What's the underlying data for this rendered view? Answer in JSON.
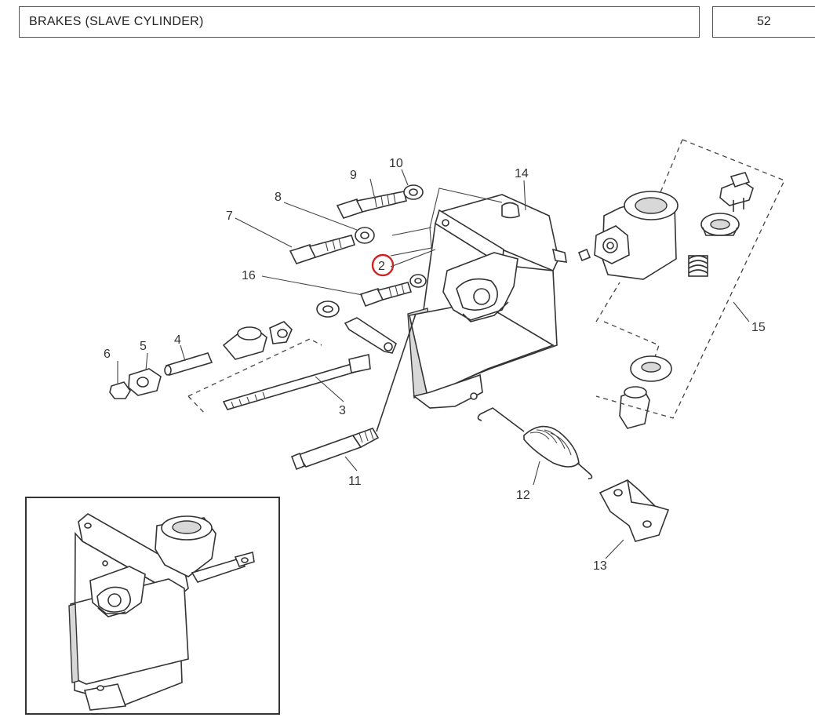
{
  "header": {
    "title": "BRAKES (SLAVE CYLINDER)",
    "page_number": "52"
  },
  "callouts": [
    {
      "id": "1",
      "label": "2",
      "highlighted": true
    },
    {
      "id": "2",
      "label": "3"
    },
    {
      "id": "3",
      "label": "4"
    },
    {
      "id": "4",
      "label": "5"
    },
    {
      "id": "5",
      "label": "6"
    },
    {
      "id": "6",
      "label": "7"
    },
    {
      "id": "7",
      "label": "8"
    },
    {
      "id": "8",
      "label": "9"
    },
    {
      "id": "9",
      "label": "10"
    },
    {
      "id": "10",
      "label": "11"
    },
    {
      "id": "11",
      "label": "12"
    },
    {
      "id": "12",
      "label": "13"
    },
    {
      "id": "13",
      "label": "14"
    },
    {
      "id": "14",
      "label": "15"
    },
    {
      "id": "15",
      "label": "16"
    }
  ],
  "colors": {
    "highlight_circle": "#cc2222",
    "line": "#333333",
    "background": "#ffffff"
  }
}
